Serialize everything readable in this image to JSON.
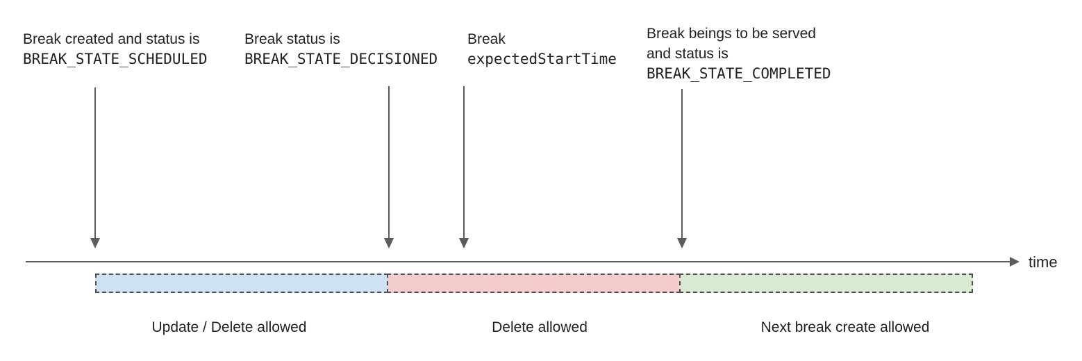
{
  "diagram": {
    "annotations": [
      {
        "line1": "Break created and status is",
        "code": "BREAK_STATE_SCHEDULED"
      },
      {
        "line1": "Break status is",
        "code": "BREAK_STATE_DECISIONED"
      },
      {
        "line1": "Break",
        "code": "expectedStartTime"
      },
      {
        "line1": "Break beings to be served",
        "line2": "and status is",
        "code": "BREAK_STATE_COMPLETED"
      }
    ],
    "axis": {
      "label": "time"
    },
    "segments": [
      {
        "label": "Update / Delete allowed",
        "fill": "#cfe2f3"
      },
      {
        "label": "Delete allowed",
        "fill": "#f4cccc"
      },
      {
        "label": "Next break create allowed",
        "fill": "#d9ead3"
      }
    ],
    "colors": {
      "arrow": "#5c5c5c",
      "segment_border": "#4d4d4d",
      "text": "#212121"
    }
  }
}
